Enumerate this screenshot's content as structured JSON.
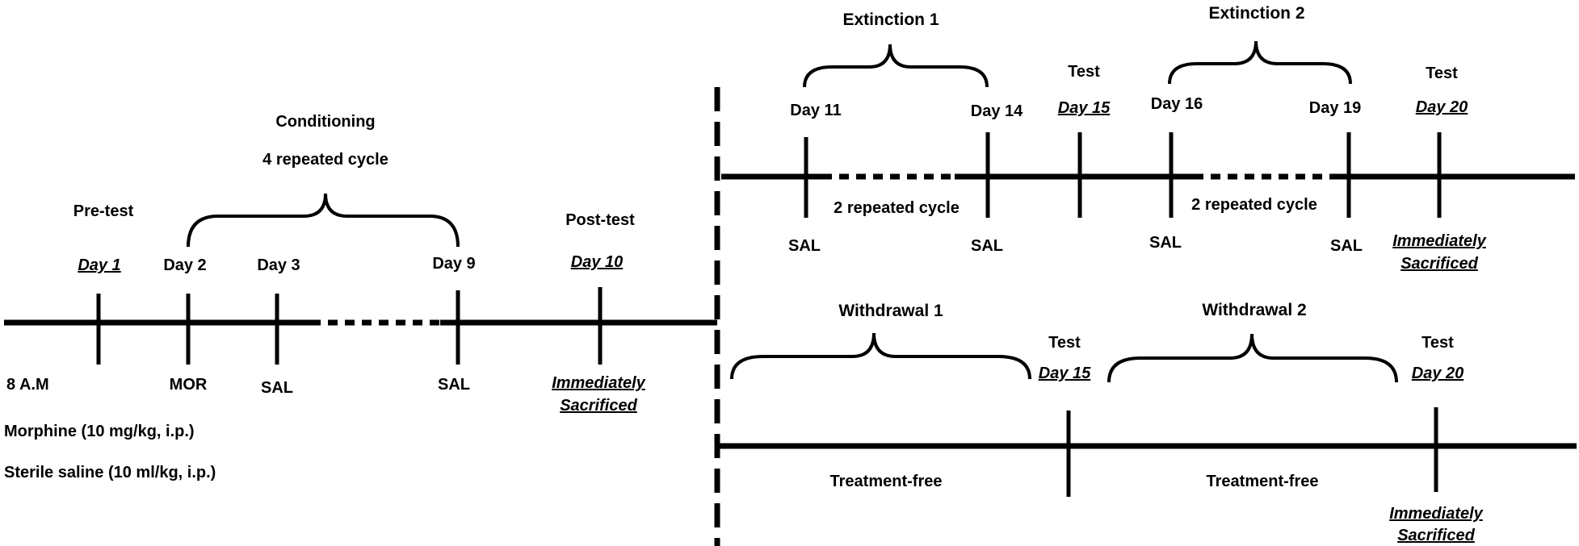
{
  "left": {
    "pretest": "Pre-test",
    "day1": "Day 1",
    "conditioning": "Conditioning",
    "cycle": "4 repeated cycle",
    "day2": "Day 2",
    "day3": "Day 3",
    "day9": "Day 9",
    "posttest": "Post-test",
    "day10": "Day 10",
    "time": "8 A.M",
    "mor": "MOR",
    "sal3": "SAL",
    "sal9": "SAL",
    "sac1": "Immediately",
    "sac2": "Sacrificed",
    "legend_morphine": "Morphine (10 mg/kg, i.p.)",
    "legend_saline": "Sterile saline (10 ml/kg, i.p.)"
  },
  "extinction": {
    "ext1": "Extinction 1",
    "ext2": "Extinction 2",
    "day11": "Day 11",
    "day14": "Day 14",
    "test1": "Test",
    "day15": "Day 15",
    "day16": "Day 16",
    "day19": "Day 19",
    "test2": "Test",
    "day20": "Day 20",
    "cycle1": "2 repeated cycle",
    "cycle2": "2 repeated cycle",
    "sal11": "SAL",
    "sal14": "SAL",
    "sal16": "SAL",
    "sal19": "SAL",
    "sac1": "Immediately",
    "sac2": "Sacrificed"
  },
  "withdrawal": {
    "wd1": "Withdrawal 1",
    "wd2": "Withdrawal 2",
    "test1": "Test",
    "day15": "Day 15",
    "test2": "Test",
    "day20": "Day 20",
    "free1": "Treatment-free",
    "free2": "Treatment-free",
    "sac1": "Immediately",
    "sac2": "Sacrificed"
  },
  "colors": {
    "ink": "#000000",
    "background": "#ffffff"
  }
}
